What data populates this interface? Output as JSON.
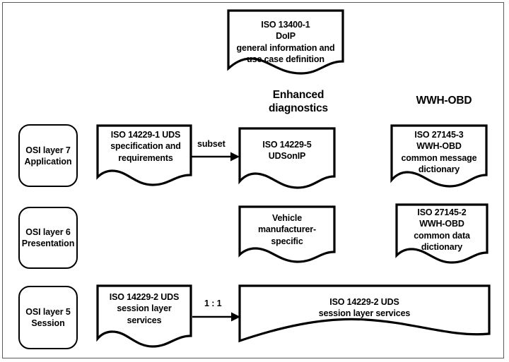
{
  "diagram": {
    "title_row": {
      "enhanced": "Enhanced\ndiagnostics",
      "wwhobd": "WWH-OBD"
    },
    "top_document": {
      "text": "ISO 13400-1\nDoIP\ngeneral information and\nuse case definition"
    },
    "layers": [
      {
        "id": "layer7",
        "label": "OSI layer 7\nApplication"
      },
      {
        "id": "layer6",
        "label": "OSI layer 6\nPresentation"
      },
      {
        "id": "layer5",
        "label": "OSI layer 5\nSession"
      }
    ],
    "documents": [
      {
        "id": "uds-spec",
        "text": "ISO 14229-1 UDS\nspecification and\nrequirements"
      },
      {
        "id": "udsonip",
        "text": "ISO 14229-5\nUDSonIP"
      },
      {
        "id": "wwhobd-msg-dict",
        "text": "ISO 27145-3\nWWH-OBD\ncommon message\ndictionary"
      },
      {
        "id": "vehicle-manufacturer",
        "text": "Vehicle\nmanufacturer-\nspecific"
      },
      {
        "id": "wwhobd-data-dict",
        "text": "ISO 27145-2\nWWH-OBD\ncommon data\ndictionary"
      },
      {
        "id": "uds-session-left",
        "text": "ISO 14229-2 UDS\nsession layer\nservices"
      },
      {
        "id": "uds-session-wide",
        "text": "ISO 14229-2 UDS\nsession layer services"
      }
    ],
    "connectors": [
      {
        "id": "subset",
        "label": "subset"
      },
      {
        "id": "one-to-one",
        "label": "1 : 1"
      }
    ],
    "colors": {
      "stroke": "#000000",
      "frame": "#5a5a5a",
      "background": "#ffffff"
    }
  }
}
